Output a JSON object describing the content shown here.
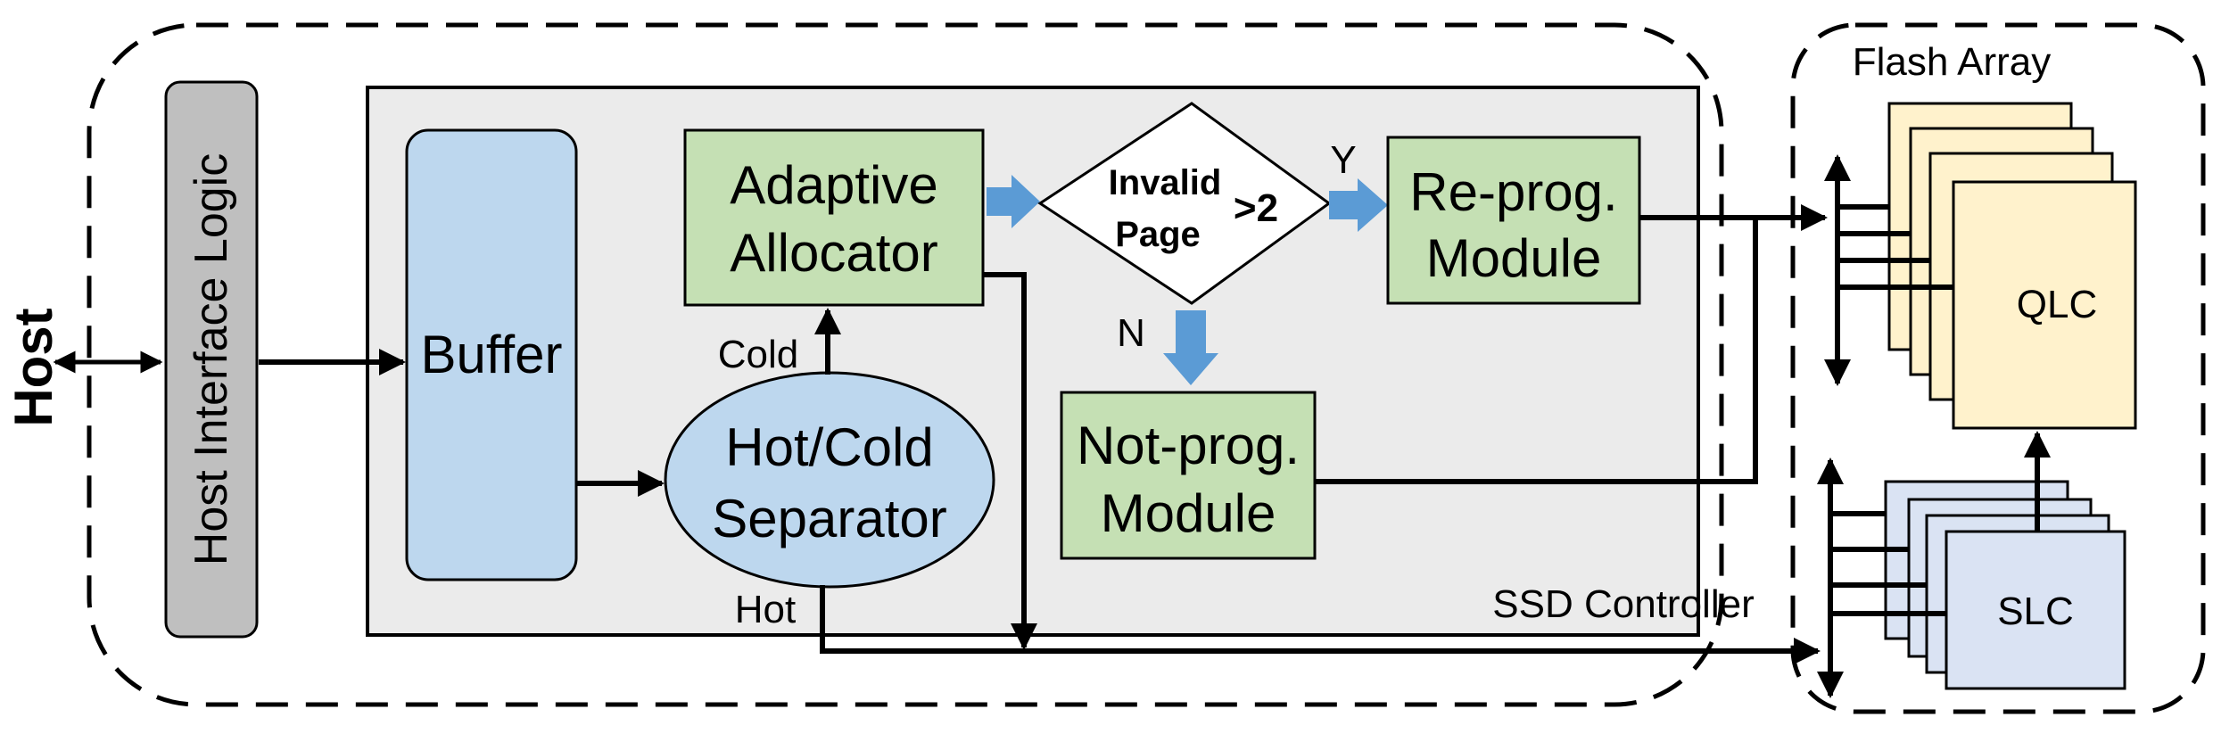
{
  "host": {
    "label": "Host",
    "interface_label": "Host Interface Logic"
  },
  "ssd_controller": {
    "label": "SSD Controller",
    "buffer_label": "Buffer",
    "separator_line1": "Hot/Cold",
    "separator_line2": "Separator",
    "cold_label": "Cold",
    "hot_label": "Hot",
    "allocator_line1": "Adaptive",
    "allocator_line2": "Allocator",
    "decision_line1": "Invalid",
    "decision_line2": "Page",
    "decision_condition": ">2",
    "yes_label": "Y",
    "no_label": "N",
    "reprog_line1": "Re-prog.",
    "reprog_line2": "Module",
    "notprog_line1": "Not-prog.",
    "notprog_line2": "Module"
  },
  "flash_array": {
    "label": "Flash Array",
    "qlc_label": "QLC",
    "slc_label": "SLC"
  },
  "colors": {
    "interface_fill": "#bfbfbf",
    "controller_fill": "#ebebeb",
    "buffer_fill": "#bdd7ee",
    "module_fill": "#c5e0b4",
    "qlc_fill": "#fff2cc",
    "slc_fill": "#dae3f3",
    "arrow_blue": "#5b9bd5"
  }
}
